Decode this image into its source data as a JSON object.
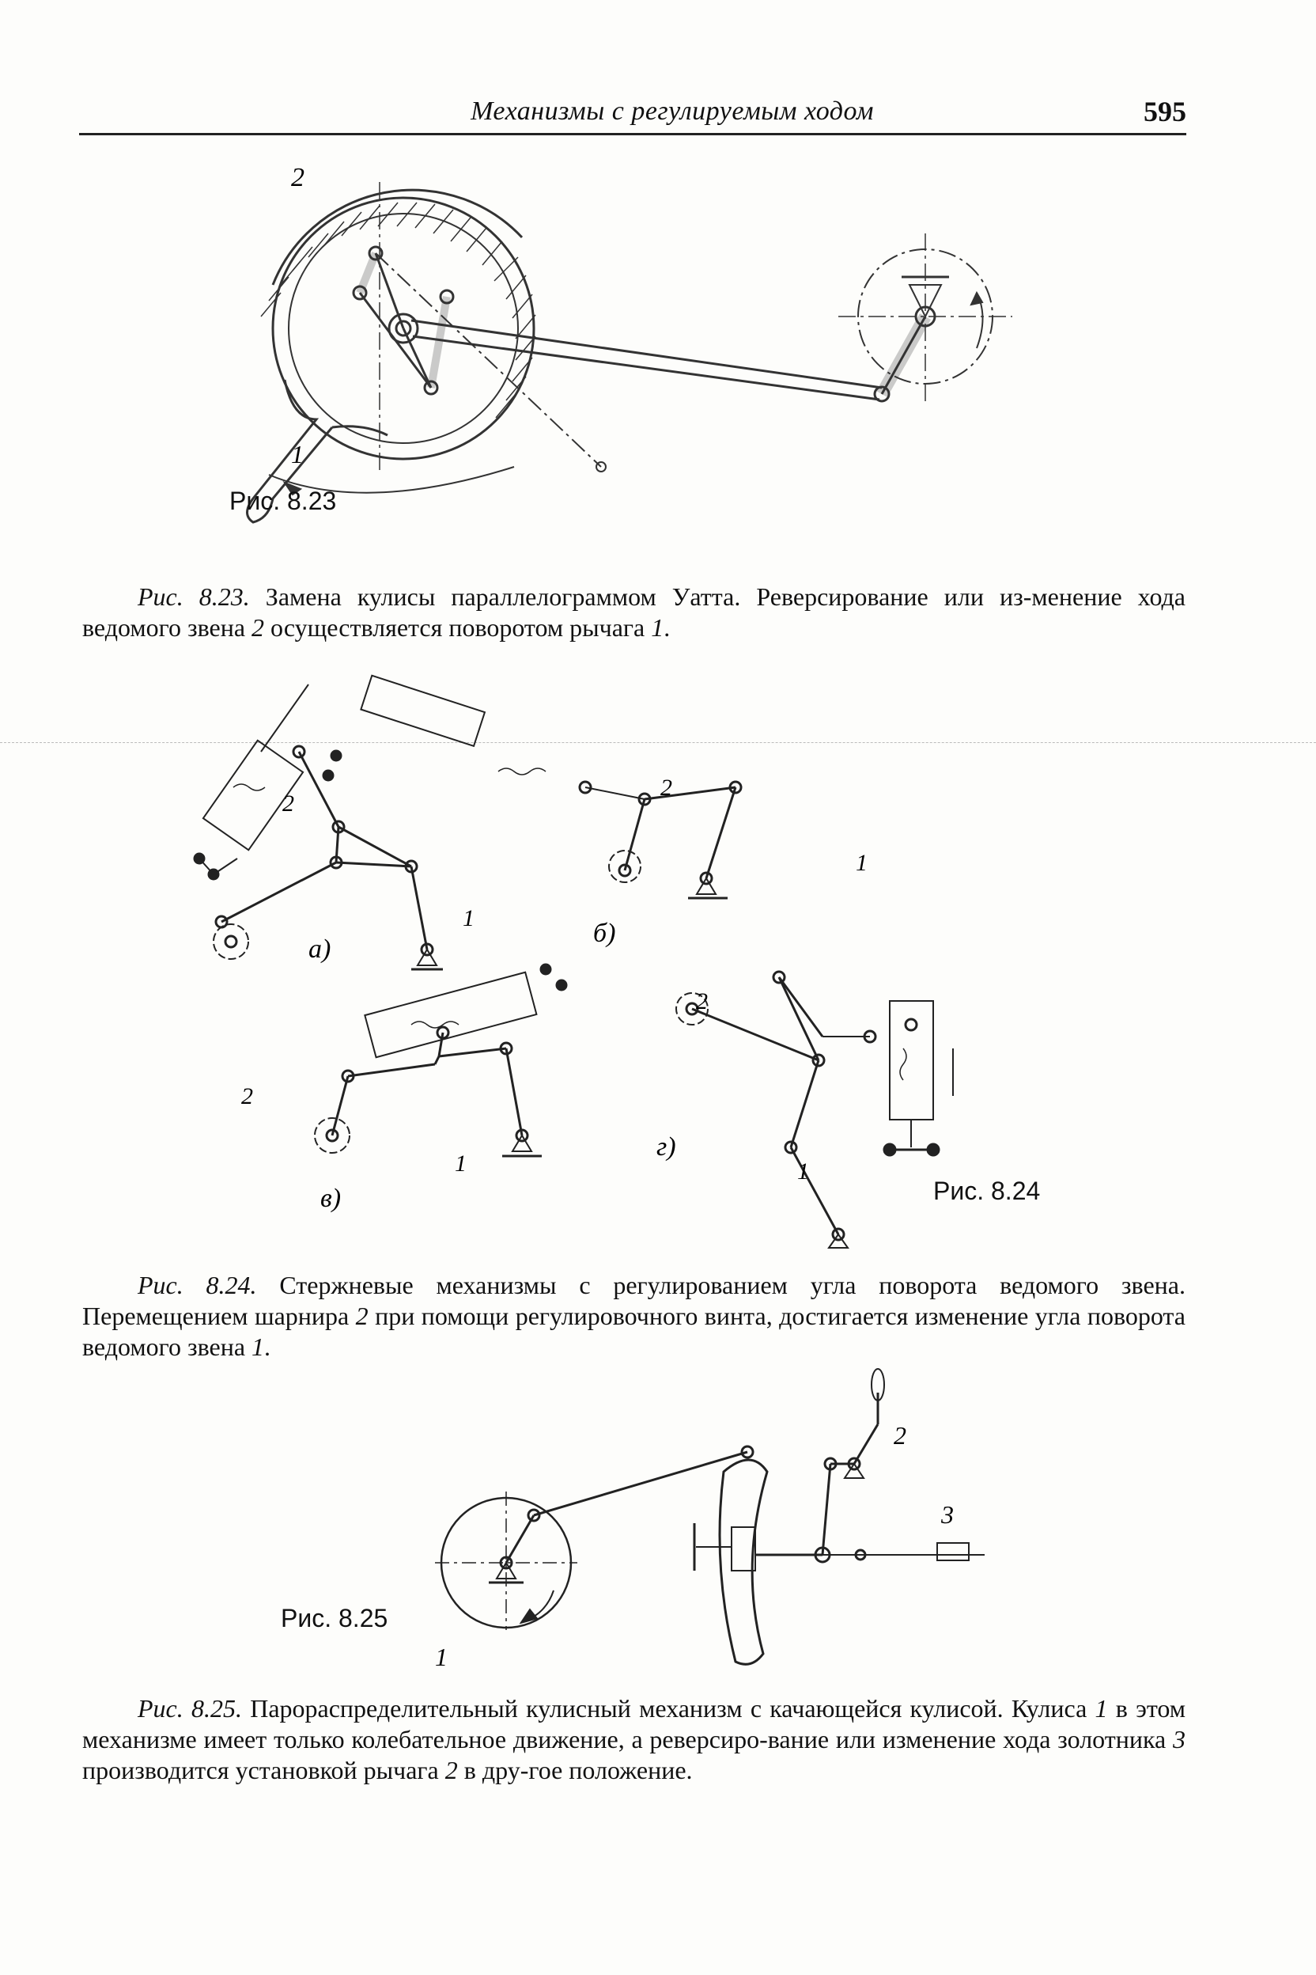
{
  "header": {
    "title": "Механизмы с регулируемым ходом",
    "page_number": "595"
  },
  "fig823": {
    "label": "Рис.  8.23",
    "part_2": "2",
    "part_1": "1",
    "caption_num": "Рис. 8.23.",
    "caption_text_a": " Замена кулисы параллелограммом Уатта. Реверсирование или из-менение хода ведомого звена ",
    "caption_ref_2": "2",
    "caption_text_b": " осуществляется поворотом рычага ",
    "caption_ref_1": "1",
    "caption_text_c": "."
  },
  "fig824": {
    "label": "Рис.  8.24",
    "sub_a": "а)",
    "sub_b": "б)",
    "sub_v": "в)",
    "sub_g": "г)",
    "part_1": "1",
    "part_2": "2",
    "caption_num": "Рис. 8.24.",
    "caption_text_a": " Стержневые механизмы с регулированием угла поворота ведомого звена. Перемещением шарнира ",
    "caption_ref_2": "2",
    "caption_text_b": " при помощи регулировочного винта, достигается изменение угла поворота ведомого звена ",
    "caption_ref_1": "1",
    "caption_text_c": "."
  },
  "fig825": {
    "label": "Рис.  8.25",
    "part_1": "1",
    "part_2": "2",
    "part_3": "3",
    "caption_num": "Рис. 8.25.",
    "caption_text_a": " Парораспределительный кулисный механизм с качающейся кулисой. Кулиса ",
    "caption_ref_1": "1",
    "caption_text_b": " в этом механизме имеет только колебательное движение, а реверсиро-вание или изменение хода золотника ",
    "caption_ref_3": "3",
    "caption_text_c": " производится установкой рычага ",
    "caption_ref_2": "2",
    "caption_text_d": " в дру-гое положение."
  }
}
